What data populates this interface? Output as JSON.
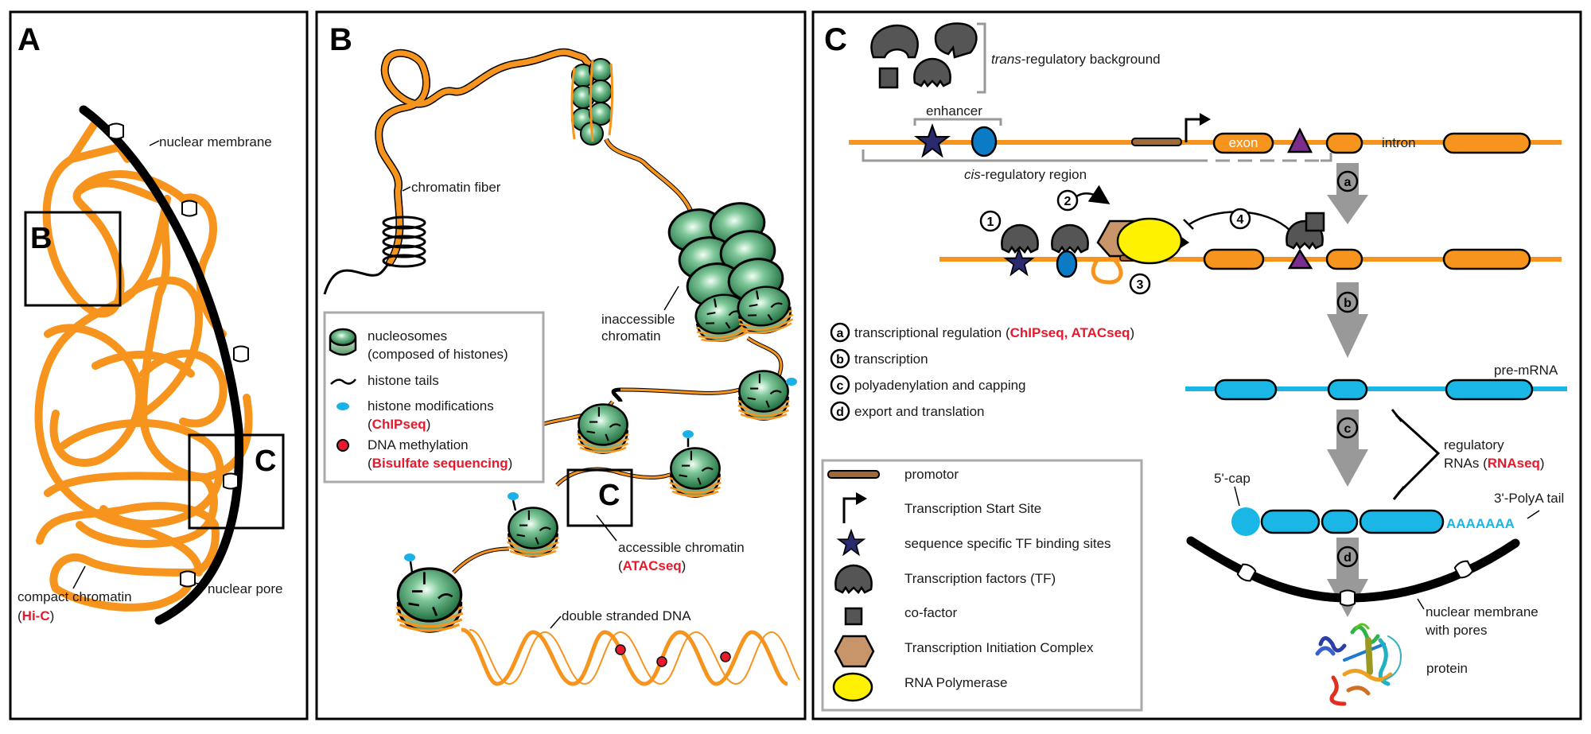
{
  "figure": {
    "panels": [
      {
        "id": "A",
        "letter": "A",
        "labels": {
          "nuclear_membrane": "nuclear membrane",
          "nuclear_pore": "nuclear pore",
          "compact_chromatin": "compact chromatin",
          "compact_chromatin_method": "Hi-C",
          "inset_b": "B",
          "inset_c": "C"
        }
      },
      {
        "id": "B",
        "letter": "B",
        "labels": {
          "chromatin_fiber": "chromatin fiber",
          "inaccessible_line1": "inaccessible",
          "inaccessible_line2": "chromatin",
          "accessible": "accessible chromatin",
          "accessible_method": "ATACseq",
          "double_stranded_dna": "double stranded DNA",
          "inset_c": "C"
        },
        "legend": [
          {
            "icon": "nucleosome-icon",
            "text": "nucleosomes",
            "text2": "(composed of histones)",
            "method": ""
          },
          {
            "icon": "histone-tail-icon",
            "text": "histone tails",
            "text2": "",
            "method": ""
          },
          {
            "icon": "histone-modification-icon",
            "text": "histone modifications",
            "text2": "",
            "method": "ChIPseq"
          },
          {
            "icon": "dna-methylation-icon",
            "text": "DNA methylation",
            "text2": "",
            "method": "Bisulfate sequencing"
          }
        ]
      },
      {
        "id": "C",
        "letter": "C",
        "labels": {
          "trans_italic": "trans",
          "trans_rest": "-regulatory background",
          "enhancer": "enhancer",
          "exon": "exon",
          "intron": "intron",
          "cis_italic": "cis",
          "cis_rest": "-regulatory region",
          "pre_mrna": "pre-mRNA",
          "regulatory_line1": "regulatory",
          "regulatory_line2": "RNAs (",
          "regulatory_method": "RNAseq",
          "five_cap": "5'-cap",
          "polya_tail": "3'-PolyA tail",
          "polya_seq": "AAAAAAA",
          "membrane_line1": "nuclear membrane",
          "membrane_line2": "with pores",
          "protein": "protein"
        },
        "step_numbers": [
          "1",
          "2",
          "3",
          "4"
        ],
        "arrow_steps": [
          "a",
          "b",
          "c",
          "d"
        ],
        "steps": [
          {
            "key": "a",
            "text": "transcriptional regulation (",
            "method": "ChIPseq, ATACseq"
          },
          {
            "key": "b",
            "text": "transcription",
            "method": ""
          },
          {
            "key": "c",
            "text": "polyadenylation and capping",
            "method": ""
          },
          {
            "key": "d",
            "text": "export and translation",
            "method": ""
          }
        ],
        "legend": [
          {
            "icon": "promotor-icon",
            "text": "promotor"
          },
          {
            "icon": "tss-arrow-icon",
            "text": "Transcription Start Site"
          },
          {
            "icon": "star-icon",
            "text": "sequence specific TF binding sites"
          },
          {
            "icon": "transcription-factor-icon",
            "text": "Transcription factors (TF)"
          },
          {
            "icon": "cofactor-square-icon",
            "text": "co-factor"
          },
          {
            "icon": "hexagon-icon",
            "text": "Transcription Initiation Complex"
          },
          {
            "icon": "rna-polymerase-icon",
            "text": "RNA Polymerase"
          }
        ]
      }
    ],
    "colors": {
      "chromatin_orange": "#f7941d",
      "membrane_black": "#000000",
      "nucleosome_green": "#2e8b57",
      "histone_mod_blue": "#1ab0e8",
      "methylation_red": "#e8192c",
      "method_red": "#e8192c",
      "tf_gray": "#555555",
      "star_navy": "#2a2a6e",
      "enhancer_blue": "#0a7bc4",
      "triangle_purple": "#7b2d8e",
      "promotor_brown": "#a0693a",
      "hexagon_tan": "#c8956a",
      "polymerase_yellow": "#fff200",
      "mrna_blue": "#19b6e6",
      "arrow_gray": "#999999",
      "legend_border": "#aaaaaa"
    }
  }
}
